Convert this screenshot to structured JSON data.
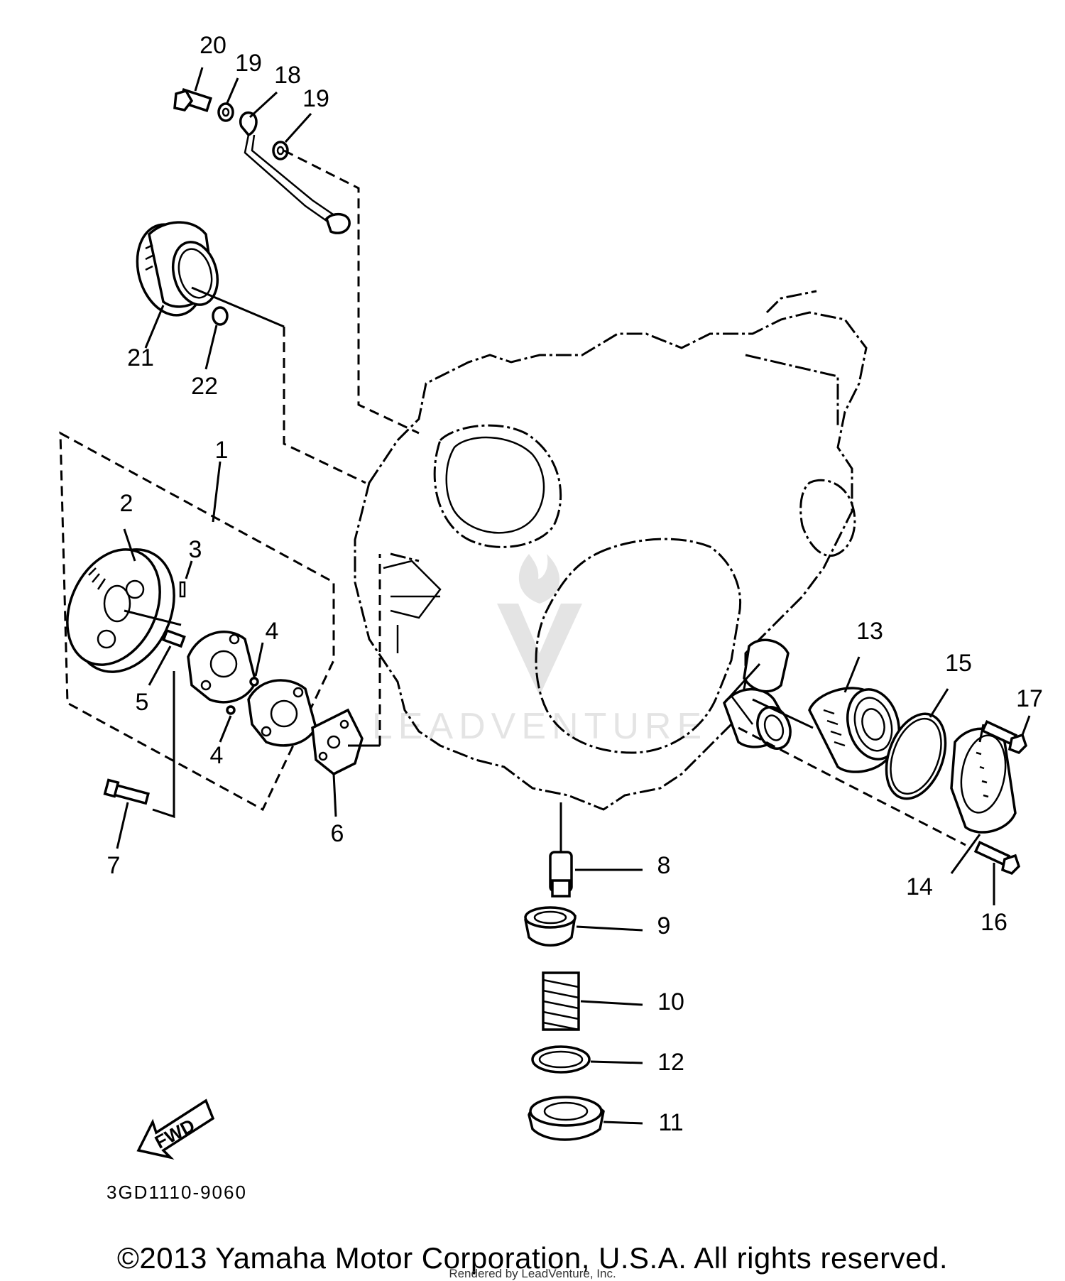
{
  "diagram": {
    "code": "3GD1110-9060",
    "fwd_label": "FWD",
    "watermark": "LEADVENTURE",
    "callouts": [
      "1",
      "2",
      "3",
      "4",
      "4",
      "5",
      "6",
      "7",
      "8",
      "9",
      "10",
      "11",
      "12",
      "13",
      "14",
      "15",
      "16",
      "17",
      "18",
      "19",
      "19",
      "20",
      "21",
      "22"
    ]
  },
  "footer": {
    "copyright": "©2013 Yamaha Motor Corporation, U.S.A. All rights reserved.",
    "rendered_by": "Rendered by LeadVenture, Inc."
  }
}
